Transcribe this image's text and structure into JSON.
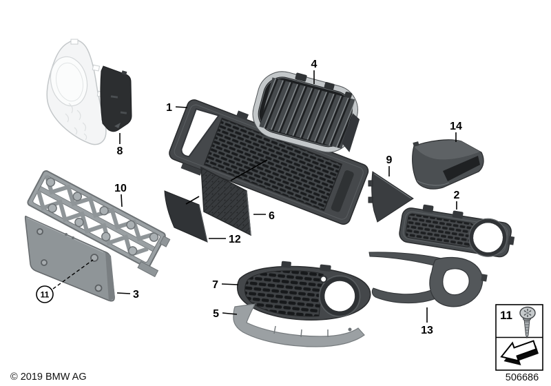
{
  "diagram": {
    "callouts": {
      "part1": "1",
      "part2": "2",
      "part3": "3",
      "part4": "4",
      "part5": "5",
      "part6": "6",
      "part7": "7",
      "part8": "8",
      "part9": "9",
      "part10": "10",
      "part11_circled": "11",
      "part12": "12",
      "part13": "13",
      "part14": "14"
    },
    "fastener_box": {
      "ref": "11",
      "icons": [
        "screw-icon",
        "direction-arrow-icon"
      ]
    },
    "footer": {
      "copyright": "© 2019 BMW AG",
      "drawing_number": "506686"
    },
    "colors": {
      "background": "#ffffff",
      "part_dark": "#404346",
      "part_gray": "#979da0",
      "chrome": "#c3c7c9",
      "mesh_hole": "#1d1f21",
      "line": "#000000"
    }
  }
}
